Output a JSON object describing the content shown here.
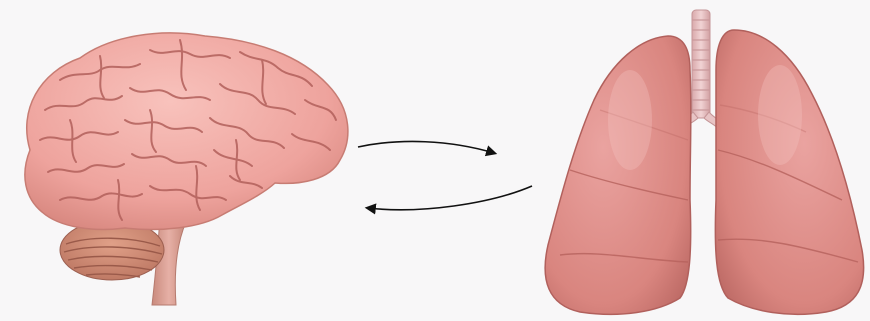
{
  "figure": {
    "background": "#f8f7f8",
    "left_organ": {
      "icon": "brain-icon",
      "color": "#f2a9a4"
    },
    "right_organ": {
      "icon": "lungs-icon",
      "color": "#e0918c"
    },
    "arrows": [
      {
        "from": "brain",
        "to": "lungs",
        "icon": "arrow-right-icon",
        "color": "#111111"
      },
      {
        "from": "lungs",
        "to": "brain",
        "icon": "arrow-left-icon",
        "color": "#111111"
      }
    ]
  }
}
